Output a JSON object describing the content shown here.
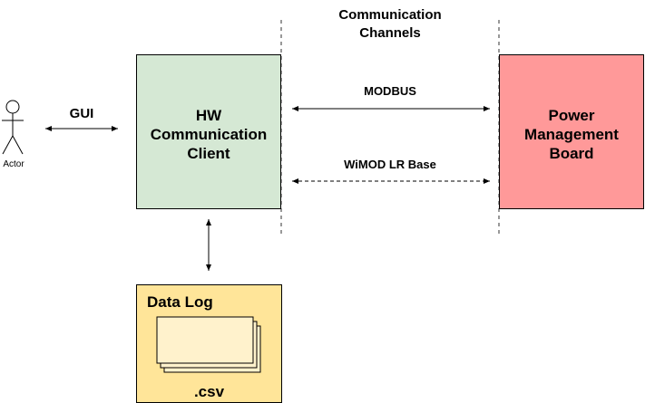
{
  "header": {
    "channels_title_line1": "Communication",
    "channels_title_line2": "Channels"
  },
  "actor": {
    "label": "Actor"
  },
  "edges": {
    "gui_label": "GUI",
    "modbus_label": "MODBUS",
    "wimod_label": "WiMOD LR Base"
  },
  "hw_client": {
    "line1": "HW",
    "line2": "Communication",
    "line3": "Client",
    "fill": "#d5e8d4"
  },
  "power_board": {
    "line1": "Power",
    "line2": "Management",
    "line3": "Board",
    "fill": "#ff9999"
  },
  "data_log": {
    "title": "Data Log",
    "footer": ".csv",
    "fill": "#ffe599",
    "doc_fill": "#fff2cc"
  }
}
